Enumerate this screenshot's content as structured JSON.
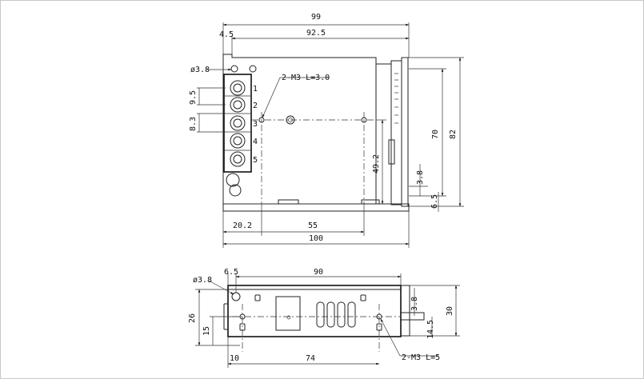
{
  "top_view": {
    "dim_overall_width": "99",
    "dim_offset": "4.5",
    "dim_hole_span": "92.5",
    "dim_hole_dia": "ø3.8",
    "dim_screw": "2-M3 L=3.0",
    "dim_pitch": "9.5",
    "dim_terminal": "8.3",
    "terminal_numbers": [
      "1",
      "2",
      "3",
      "4",
      "5"
    ],
    "dim_inner_height": "70",
    "dim_outer_height": "82",
    "dim_hole_height": "49.2",
    "dim_edge_a": "3.8",
    "dim_edge_b": "6.5",
    "dim_left_offset": "20.2",
    "dim_center_span": "55",
    "dim_overall_length": "100"
  },
  "bottom_view": {
    "dim_hole_dia": "ø3.8",
    "dim_offset": "6.5",
    "dim_width": "90",
    "dim_height": "26",
    "dim_mid_height": "15",
    "dim_left_offset": "10",
    "dim_center_span": "74",
    "dim_edge_a": "3.8",
    "dim_edge_b": "14.5",
    "dim_overall_height": "30",
    "dim_screw": "2-M3 L=5"
  }
}
